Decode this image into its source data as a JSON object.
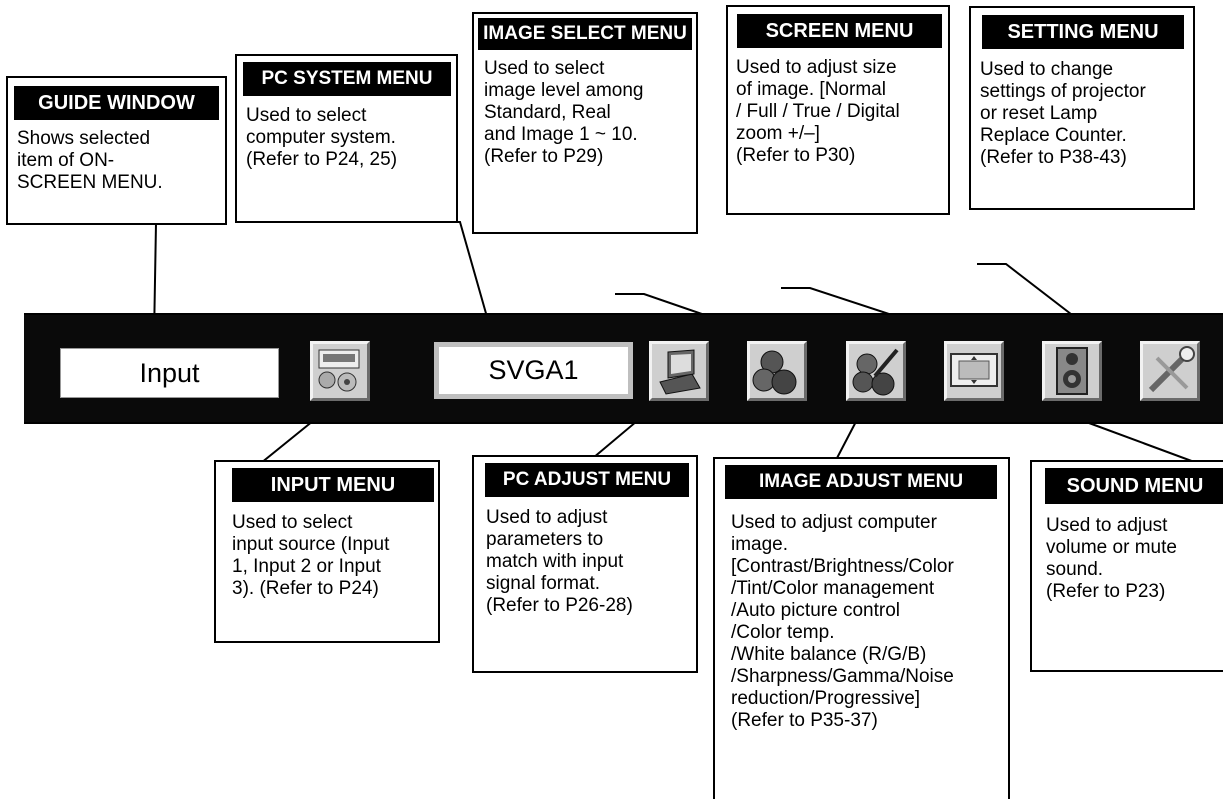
{
  "guide_window": {
    "title": "GUIDE WINDOW",
    "text": "Shows selected\nitem of ON-\nSCREEN MENU."
  },
  "pc_system_menu": {
    "title": "PC SYSTEM MENU",
    "text": "Used to select\ncomputer system.\n(Refer to P24, 25)"
  },
  "image_select_menu": {
    "title": "IMAGE SELECT MENU",
    "text": "Used to select\nimage level among\nStandard, Real\nand Image 1 ~ 10.\n(Refer to P29)"
  },
  "screen_menu": {
    "title": "SCREEN MENU",
    "text": "Used to adjust size\nof image.  [Normal\n/ Full / True / Digital\nzoom +/–]\n(Refer to P30)"
  },
  "setting_menu": {
    "title": "SETTING MENU",
    "text": "Used to change\nsettings of projector\nor reset Lamp\nReplace Counter.\n(Refer to P38-43)"
  },
  "input_menu": {
    "title": "INPUT MENU",
    "text": "Used to select\ninput source (Input\n1, Input 2 or Input\n3). (Refer to P24)"
  },
  "pc_adjust_menu": {
    "title": "PC ADJUST MENU",
    "text": "Used to adjust\nparameters to\nmatch with input\nsignal format.\n(Refer to P26-28)"
  },
  "image_adjust_menu": {
    "title": "IMAGE ADJUST MENU",
    "text": "Used to adjust computer\nimage.\n[Contrast/Brightness/Color\n/Tint/Color management\n/Auto picture control\n/Color temp.\n/White balance (R/G/B)\n/Sharpness/Gamma/Noise\nreduction/Progressive]\n(Refer to P35-37)"
  },
  "sound_menu": {
    "title": "SOUND MENU",
    "text": "Used to adjust\nvolume or mute\nsound.\n(Refer to P23)"
  },
  "menu_bar": {
    "guide_text": "Input",
    "system_text": "SVGA1",
    "icons": [
      "input-icon",
      "pc-adjust-icon",
      "image-select-icon",
      "image-adjust-icon",
      "screen-icon",
      "sound-icon",
      "setting-icon"
    ]
  }
}
